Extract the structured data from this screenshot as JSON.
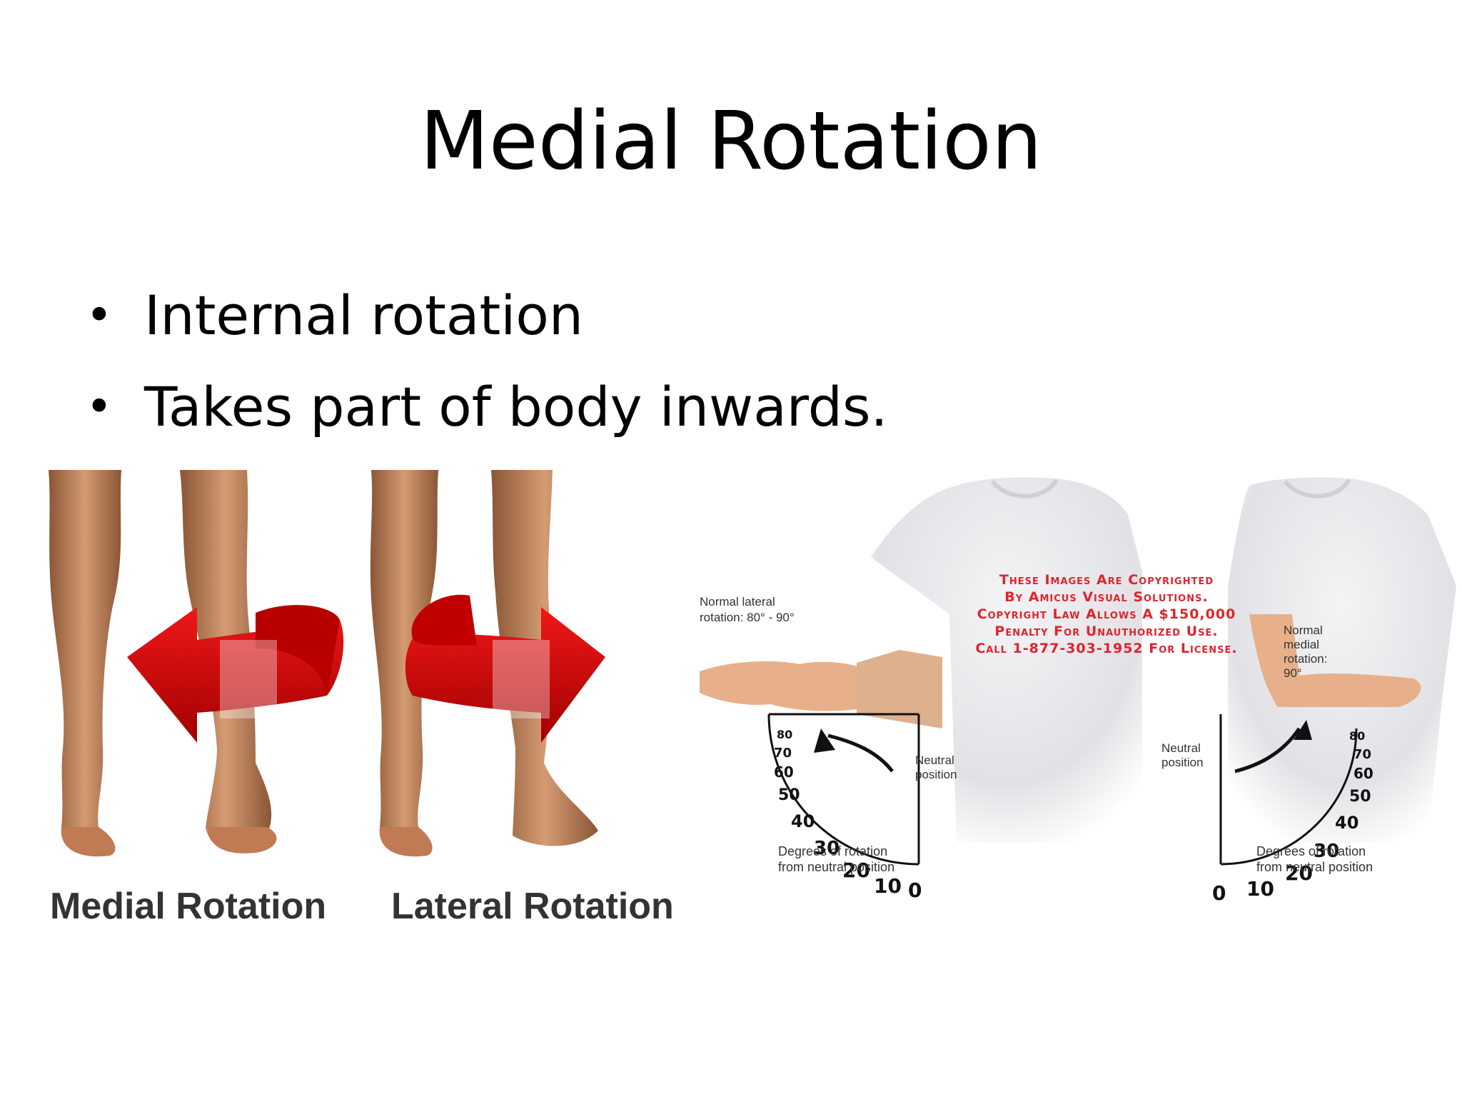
{
  "slide": {
    "title": "Medial Rotation",
    "bullets": [
      "Internal rotation",
      "Takes part of body inwards."
    ]
  },
  "leg_figure": {
    "captions": [
      "Medial Rotation",
      "Lateral Rotation"
    ],
    "arrow_color": "#d00000",
    "skin_color": "#c78760"
  },
  "arm_figure": {
    "left_label": [
      "Normal lateral",
      "rotation: 80° - 90°"
    ],
    "right_label": [
      "Normal",
      "medial",
      "rotation:",
      "90°"
    ],
    "neutral_label": [
      "Neutral",
      "position"
    ],
    "degrees_caption": [
      "Degrees of rotation",
      "from neutral position"
    ],
    "left_scale_ticks": [
      "0",
      "10",
      "20",
      "30",
      "40",
      "50",
      "60",
      "70",
      "80"
    ],
    "right_scale_ticks": [
      "0",
      "10",
      "20",
      "30",
      "40",
      "50",
      "60",
      "70",
      "80"
    ],
    "watermark": [
      "These Images Are Copyrighted",
      "By Amicus Visual Solutions.",
      "Copyright Law Allows A $150,000",
      "Penalty For Unauthorized Use.",
      "Call 1-877-303-1952 For License."
    ],
    "watermark_color": "#e0242c"
  }
}
